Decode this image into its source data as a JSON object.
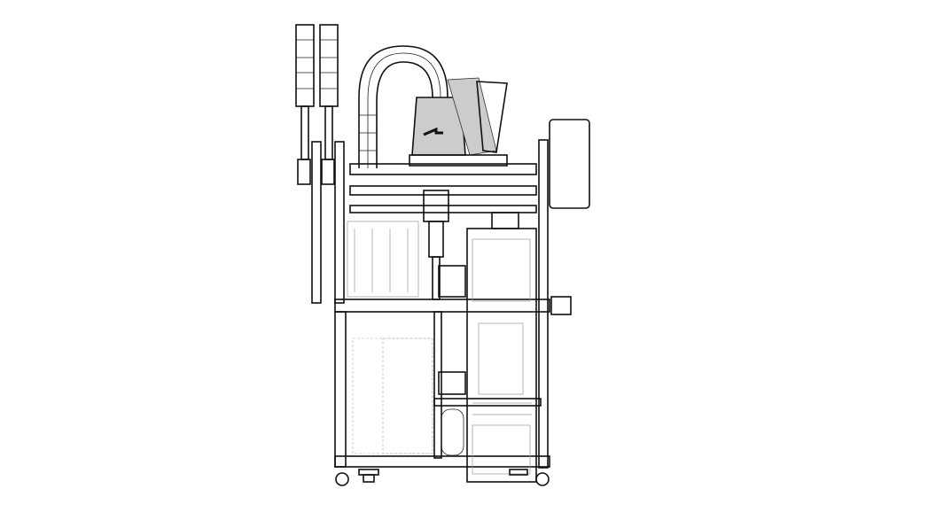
{
  "drawing": {
    "colors": {
      "line": "#111111",
      "hidden_line": "#999999",
      "shade": "#cccccc",
      "background": "#ffffff"
    },
    "components": [
      "signal-tower-left",
      "signal-tower-right",
      "cable-arch",
      "scara-robot",
      "machine-frame",
      "upper-work-area",
      "lower-cabinet",
      "electrical-panel",
      "side-box",
      "casters"
    ]
  }
}
